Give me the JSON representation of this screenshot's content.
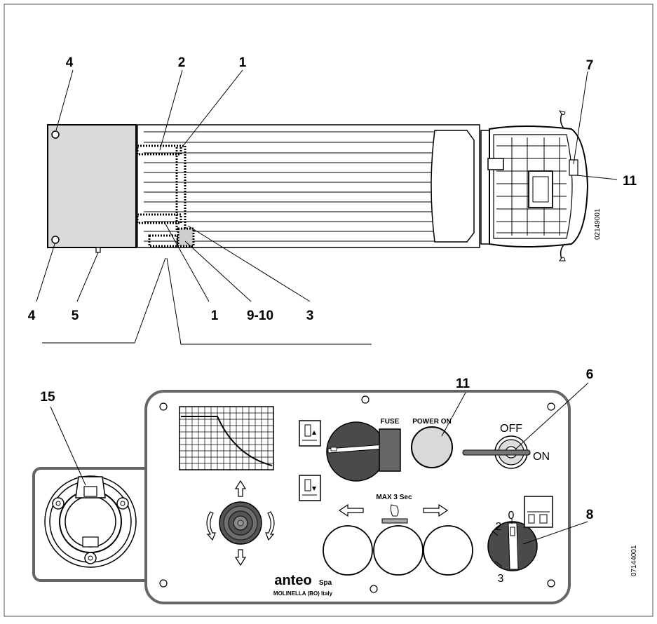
{
  "truck_view": {
    "callouts": {
      "c4_top": "4",
      "c2": "2",
      "c1_top": "1",
      "c7": "7",
      "c11_right": "11",
      "c4_bottom": "4",
      "c5": "5",
      "c1_bottom": "1",
      "c9_10": "9-10",
      "c3": "3"
    },
    "figure_code": "02149001"
  },
  "control_panel": {
    "callouts": {
      "c15": "15",
      "c11": "11",
      "c6": "6",
      "c8": "8"
    },
    "fuse_label": "FUSE",
    "power_on_label": "POWER ON",
    "key_off_label": "OFF",
    "key_on_label": "ON",
    "max_label": "MAX 3 Sec",
    "dial_pos_0": "0",
    "dial_pos_2": "2",
    "dial_pos_3": "3",
    "brand_name": "anteo",
    "brand_suffix": "Spa",
    "brand_location": "MOLINELLA (BO) Italy",
    "figure_code": "07144001"
  }
}
